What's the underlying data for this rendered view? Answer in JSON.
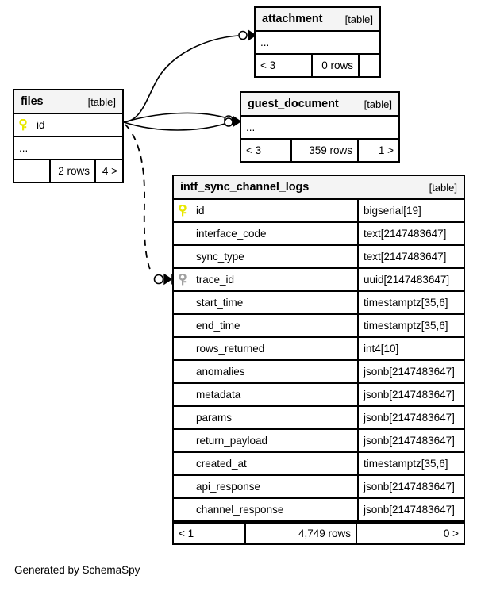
{
  "diagram": {
    "footer_text": "Generated by SchemaSpy",
    "table_tag": "[table]",
    "ellipsis": "...",
    "colors": {
      "primary_key_icon": "#e8e800",
      "foreign_key_icon": "#a0a0a0",
      "header_background": "#f4f4f4",
      "border": "#000000",
      "background": "#ffffff"
    }
  },
  "tables": [
    {
      "id": "attachment",
      "name": "attachment",
      "tag": "[table]",
      "columns": [],
      "show_ellipsis_row": true,
      "footer": {
        "left": "< 3",
        "middle": "0 rows",
        "right": ""
      }
    },
    {
      "id": "guest_document",
      "name": "guest_document",
      "tag": "[table]",
      "columns": [],
      "show_ellipsis_row": true,
      "footer": {
        "left": "< 3",
        "middle": "359 rows",
        "right": "1 >"
      }
    },
    {
      "id": "files",
      "name": "files",
      "tag": "[table]",
      "columns": [
        {
          "name": "id",
          "type": "",
          "key": "primary"
        }
      ],
      "show_ellipsis_row": true,
      "footer": {
        "left": "",
        "middle": "2 rows",
        "right": "4 >"
      }
    },
    {
      "id": "intf_sync_channel_logs",
      "name": "intf_sync_channel_logs",
      "tag": "[table]",
      "columns": [
        {
          "name": "id",
          "type": "bigserial[19]",
          "key": "primary"
        },
        {
          "name": "interface_code",
          "type": "text[2147483647]",
          "key": "none"
        },
        {
          "name": "sync_type",
          "type": "text[2147483647]",
          "key": "none"
        },
        {
          "name": "trace_id",
          "type": "uuid[2147483647]",
          "key": "foreign"
        },
        {
          "name": "start_time",
          "type": "timestamptz[35,6]",
          "key": "none"
        },
        {
          "name": "end_time",
          "type": "timestamptz[35,6]",
          "key": "none"
        },
        {
          "name": "rows_returned",
          "type": "int4[10]",
          "key": "none"
        },
        {
          "name": "anomalies",
          "type": "jsonb[2147483647]",
          "key": "none"
        },
        {
          "name": "metadata",
          "type": "jsonb[2147483647]",
          "key": "none"
        },
        {
          "name": "params",
          "type": "jsonb[2147483647]",
          "key": "none"
        },
        {
          "name": "return_payload",
          "type": "jsonb[2147483647]",
          "key": "none"
        },
        {
          "name": "created_at",
          "type": "timestamptz[35,6]",
          "key": "none"
        },
        {
          "name": "api_response",
          "type": "jsonb[2147483647]",
          "key": "none"
        },
        {
          "name": "channel_response",
          "type": "jsonb[2147483647]",
          "key": "none"
        }
      ],
      "show_ellipsis_row": false,
      "footer": {
        "left": "< 1",
        "middle": "4,749 rows",
        "right": "0 >"
      }
    }
  ],
  "relationships": [
    {
      "from": "files",
      "to": "attachment",
      "style": "solid"
    },
    {
      "from": "files",
      "to": "guest_document",
      "style": "solid"
    },
    {
      "from": "files",
      "to": "guest_document",
      "style": "solid"
    },
    {
      "from": "files",
      "to": "intf_sync_channel_logs",
      "style": "dashed"
    }
  ]
}
